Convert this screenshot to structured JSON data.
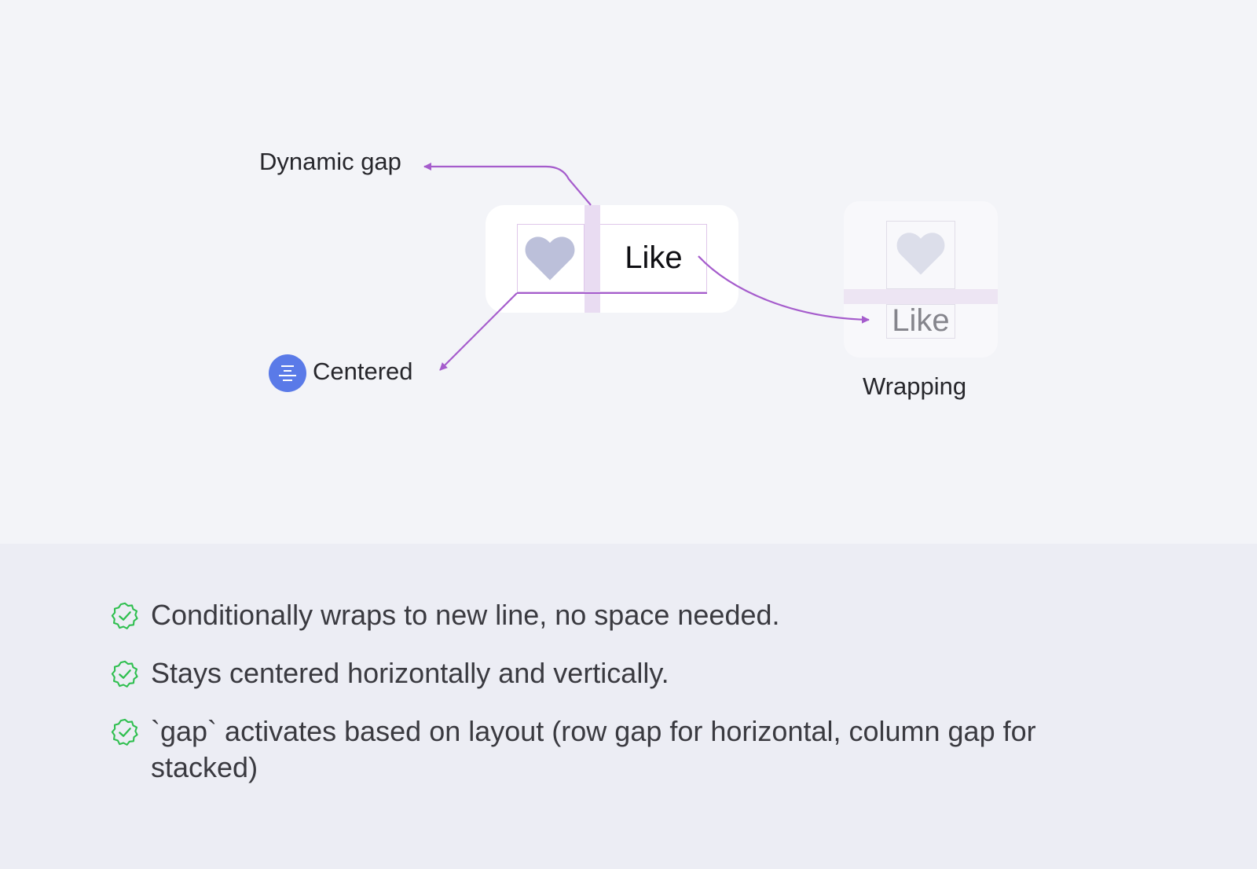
{
  "diagram": {
    "labels": {
      "dynamic_gap": "Dynamic gap",
      "centered": "Centered",
      "wrapping": "Wrapping"
    },
    "main_button": {
      "text": "Like",
      "icon": "heart-icon"
    },
    "wrapped_button": {
      "text": "Like",
      "icon": "heart-icon"
    },
    "centered_icon": "align-center-icon",
    "colors": {
      "accent_arrow": "#a55ccc",
      "gap_fill": "#e9dcf2",
      "heart": "#bcc0da",
      "heart_faded": "#dcdeea",
      "icon_blue": "#5a7ae8",
      "check_green": "#2fbf4f"
    }
  },
  "features": [
    {
      "icon": "check-badge-icon",
      "text": "Conditionally wraps to new line, no space needed."
    },
    {
      "icon": "check-badge-icon",
      "text": "Stays centered horizontally and vertically."
    },
    {
      "icon": "check-badge-icon",
      "text": "`gap` activates based on layout (row gap for horizontal, column gap for stacked)"
    }
  ]
}
